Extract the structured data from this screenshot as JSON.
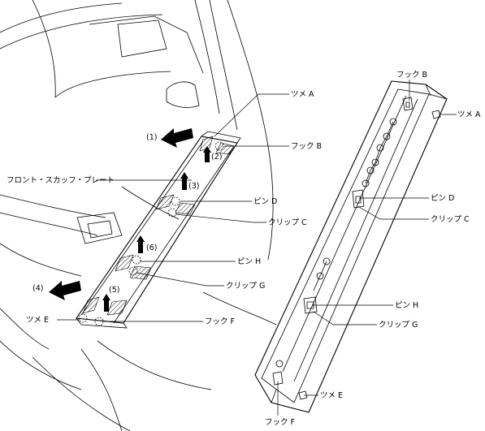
{
  "labels": {
    "tsume_a_left": "ツメ A",
    "hook_b_left": "フック B",
    "plate": "フロント・スカッフ・プレート",
    "pin_d_left": "ピン D",
    "clip_c_left": "クリップ C",
    "pin_h_left": "ピン H",
    "clip_g_left": "クリップ G",
    "tsume_e_left": "ツメ E",
    "hook_f_left": "フック F",
    "hook_b_right": "フック B",
    "tsume_a_right": "ツメ A",
    "pin_d_right": "ピン D",
    "clip_c_right": "クリップ C",
    "pin_h_right": "ピン H",
    "clip_g_right": "クリップ G",
    "tsume_e_right": "ツメ E",
    "hook_f_right": "フック F"
  },
  "steps": {
    "s1": "(1)",
    "s2": "(2)",
    "s3": "(3)",
    "s4": "(4)",
    "s5": "(5)",
    "s6": "(6)"
  },
  "icons": {
    "push_arrow": "arrow-icon",
    "lift_arrow": "arrow-up-icon",
    "clip_hidden": "dashed-circle-icon"
  }
}
